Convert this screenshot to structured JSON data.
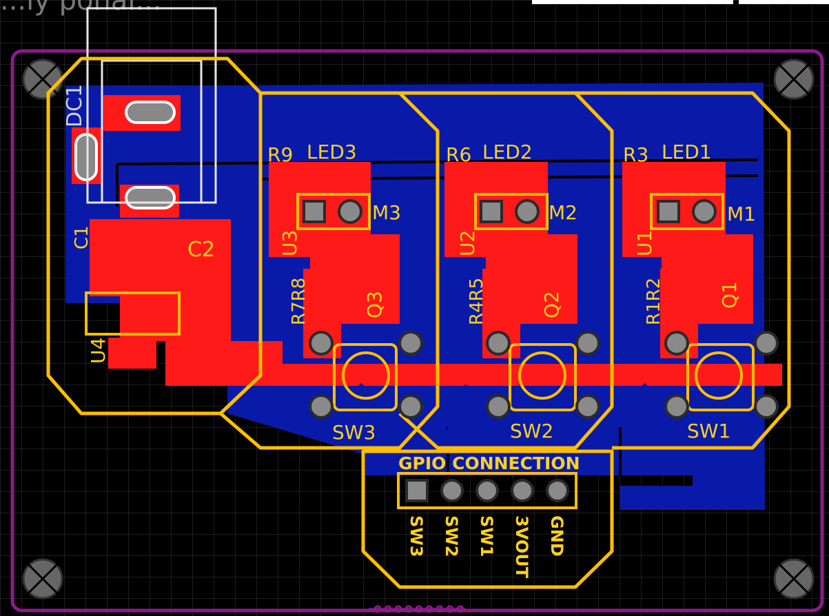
{
  "header_fragment": "...ly ponal...",
  "components": {
    "dc": "DC1",
    "cap1": "C1",
    "cap2": "C2",
    "reg": "U4",
    "ch3": {
      "r_top": "R9",
      "led": "LED3",
      "motor": "M3",
      "ic": "U3",
      "r_side": "R7R8",
      "fet": "Q3",
      "sw": "SW3"
    },
    "ch2": {
      "r_top": "R6",
      "led": "LED2",
      "motor": "M2",
      "ic": "U2",
      "r_side": "R4R5",
      "fet": "Q2",
      "sw": "SW2"
    },
    "ch1": {
      "r_top": "R3",
      "led": "LED1",
      "motor": "M1",
      "ic": "U1",
      "r_side": "R1R2",
      "fet": "Q1",
      "sw": "SW1"
    }
  },
  "gpio": {
    "title": "GPIO CONNECTION",
    "pins": [
      "SW3",
      "SW2",
      "SW1",
      "3VOUT",
      "GND"
    ]
  },
  "colors": {
    "background": "#000000",
    "grid": "#3a3a3a",
    "board_edge": "#8b1a8b",
    "copper_top": "#ff1a1a",
    "copper_bottom": "#0a1aa8",
    "silkscreen": "#ffd21f"
  }
}
